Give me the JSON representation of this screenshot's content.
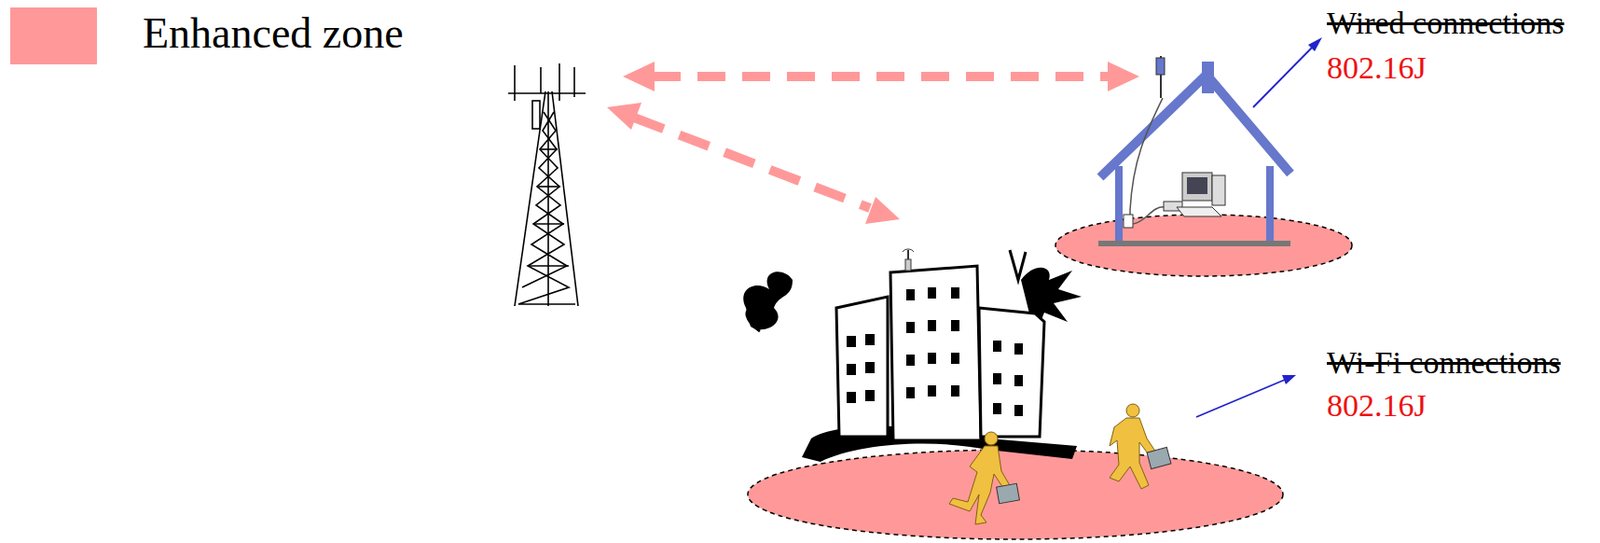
{
  "diagram": {
    "labels": [
      "Wired connections",
      "802.16J",
      "Wi-Fi connections",
      "802.16J"
    ],
    "legend": [
      {
        "text": "Enhanced zone",
        "color": "#ff9999"
      }
    ]
  }
}
